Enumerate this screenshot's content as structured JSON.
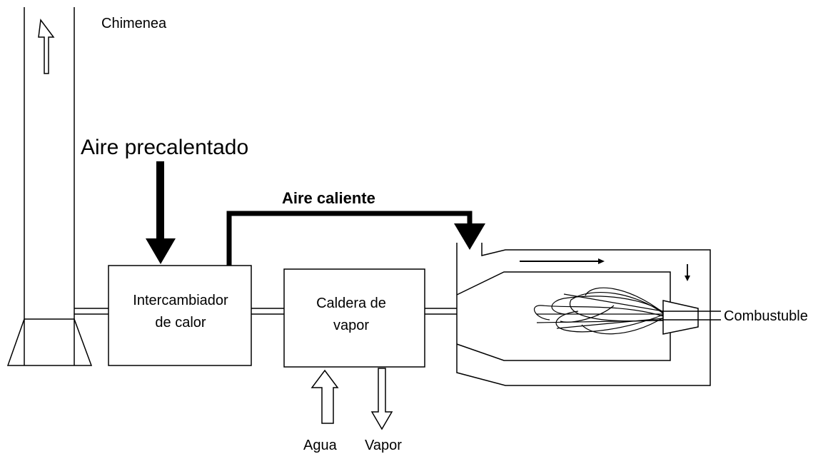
{
  "labels": {
    "chimney": "Chimenea",
    "preheated_air": "Aire precalentado",
    "hot_air": "Aire caliente",
    "heat_exchanger_line1": "Intercambiador",
    "heat_exchanger_line2": "de calor",
    "boiler_line1": "Caldera de",
    "boiler_line2": "vapor",
    "fuel": "Combustuble",
    "water": "Agua",
    "steam": "Vapor"
  },
  "colors": {
    "stroke": "#000000",
    "background": "#ffffff"
  }
}
